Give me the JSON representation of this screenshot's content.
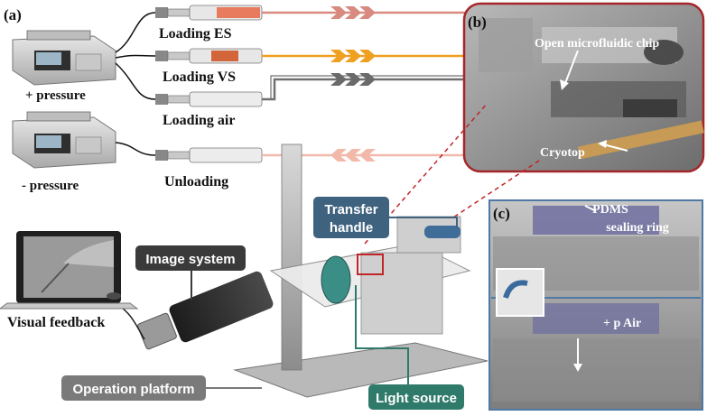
{
  "panel_labels": {
    "a": "(a)",
    "b": "(b)",
    "c": "(c)"
  },
  "pumps": {
    "positive_label": "+ pressure",
    "negative_label": "-  pressure"
  },
  "syringes": [
    {
      "label": "Loading ES"
    },
    {
      "label": "Loading VS"
    },
    {
      "label": "Loading air"
    },
    {
      "label": "Unloading"
    }
  ],
  "callouts": {
    "transfer_handle_line1": "Transfer",
    "transfer_handle_line2": "handle",
    "image_system": "Image system",
    "visual_feedback": "Visual feedback",
    "operation_platform": "Operation platform",
    "light_source": "Light source"
  },
  "panel_b": {
    "chip_label": "Open microfluidic chip",
    "cryotop_label": "Cryotop"
  },
  "panel_c": {
    "pdms_line1": "PDMS",
    "pdms_line2": "sealing ring",
    "air_label": "+ p Air"
  },
  "colors": {
    "es_line": "#d98a80",
    "vs_line": "#f0a020",
    "air_line": "#707070",
    "unload_line": "#f2b9ab",
    "panel_b_border": "#a5262a",
    "panel_c_border": "#4f79a5",
    "transfer_tag": "#3f627f",
    "light_tag": "#2f7a6a",
    "dark_tag": "#3a3a3a",
    "platform_tag": "#7a7a7a"
  }
}
